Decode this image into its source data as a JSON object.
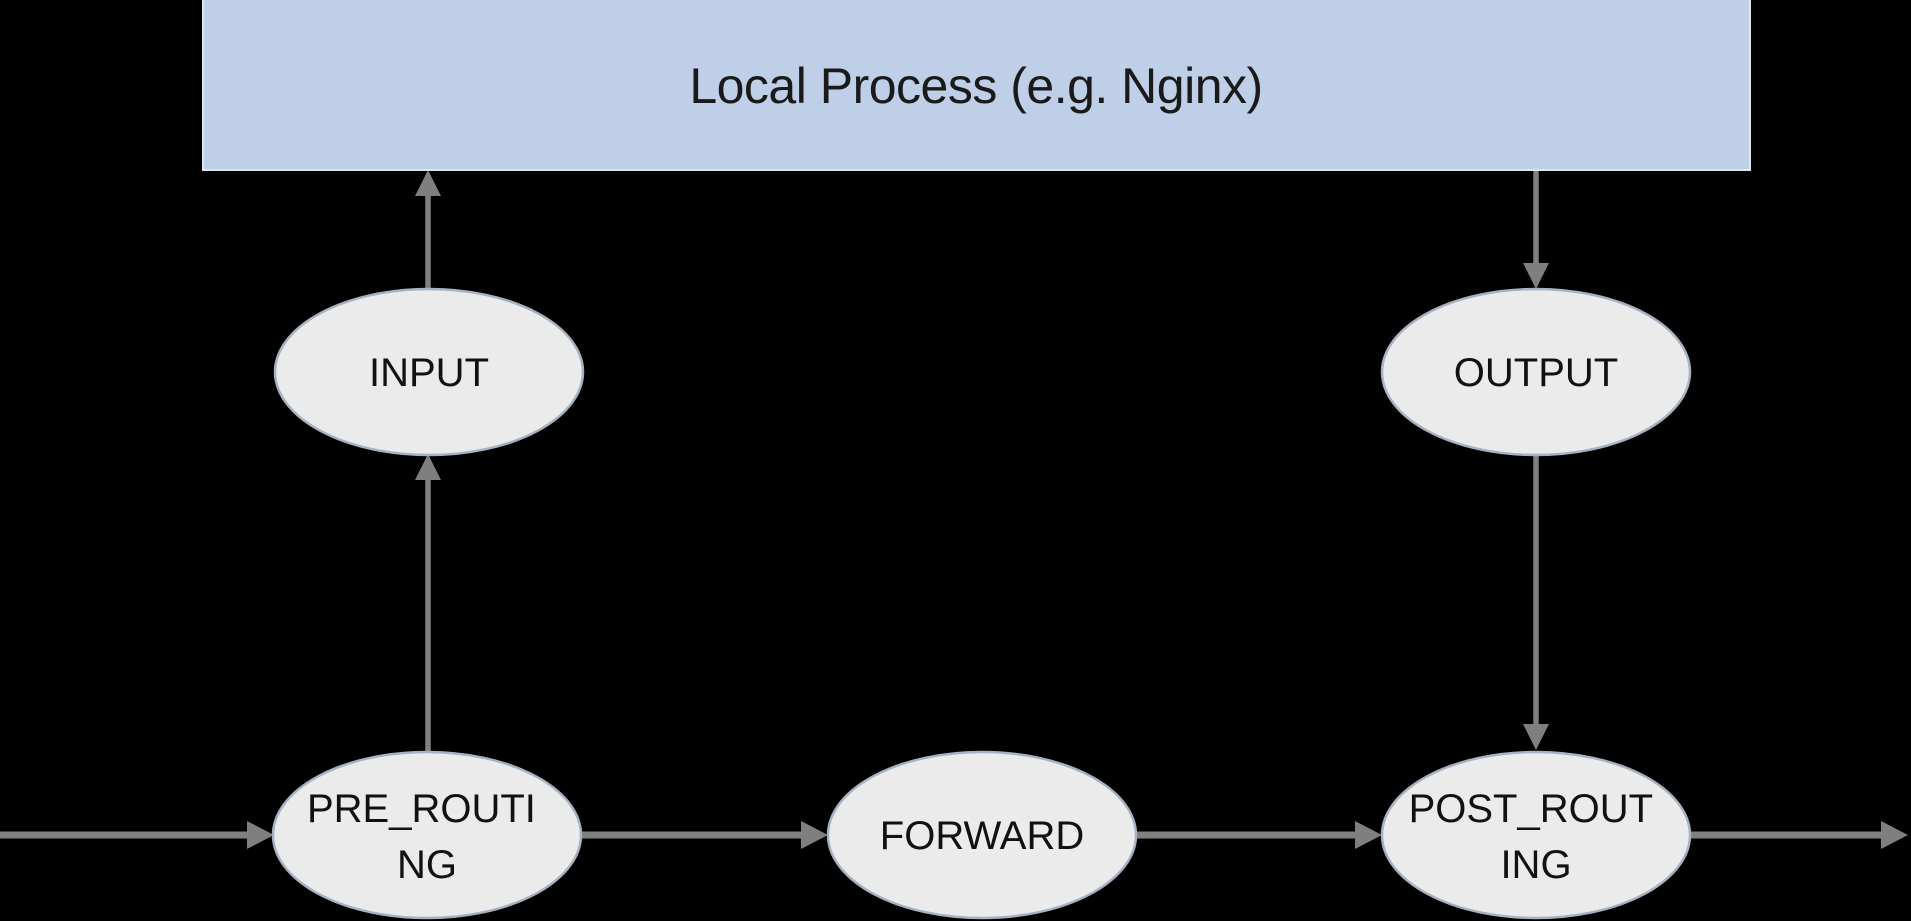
{
  "diagram_type": "flow-diagram (netfilter/iptables packet path)",
  "background_color": "#000000",
  "process_box": {
    "label": "Local Process (e.g. Nginx)",
    "fill_color": "#becfe7",
    "border_color": "#dde5f0",
    "text_color": "#1a1a1a"
  },
  "chains": {
    "input": {
      "label": "INPUT"
    },
    "output": {
      "label": "OUTPUT"
    },
    "pre_routing": {
      "label": "PRE_ROUTING",
      "line1": "PRE_ROUTI",
      "line2": "NG"
    },
    "forward": {
      "label": "FORWARD"
    },
    "post_routing": {
      "label": "POST_ROUT",
      "line1": "POST_ROUT",
      "line2": "ING",
      "full_label": "POST_ROUTING"
    }
  },
  "node_style": {
    "fill_color": "#ebebeb",
    "stroke_color": "#a6b2c2",
    "text_color": "#111111"
  },
  "arrow_color": "#7f7f7f",
  "flow": [
    {
      "from": "network (left edge)",
      "to": "PRE_ROUTING"
    },
    {
      "from": "PRE_ROUTING",
      "to": "INPUT"
    },
    {
      "from": "INPUT",
      "to": "Local Process (e.g. Nginx)"
    },
    {
      "from": "Local Process (e.g. Nginx)",
      "to": "OUTPUT"
    },
    {
      "from": "OUTPUT",
      "to": "POST_ROUTING"
    },
    {
      "from": "PRE_ROUTING",
      "to": "FORWARD"
    },
    {
      "from": "FORWARD",
      "to": "POST_ROUTING"
    },
    {
      "from": "POST_ROUTING",
      "to": "network (right edge)"
    }
  ]
}
